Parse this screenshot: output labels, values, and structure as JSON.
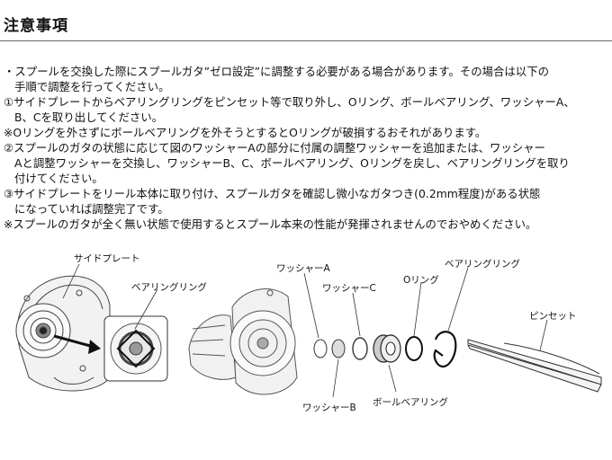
{
  "title": "注意事項",
  "instructions": [
    "・スプールを交換した際にスプールガタ”ゼロ設定”に調整する必要がある場合があります。その場合は以下の",
    "手順で調整を行ってください。",
    "①サイドプレートからベアリングリングをピンセット等で取り外し、Oリング、ボールベアリング、ワッシャーA、",
    "B、Cを取り出してください。",
    "※Oリングを外さずにボールベアリングを外そうとするとOリングが破損するおそれがあります。",
    "②スプールのガタの状態に応じて図のワッシャーAの部分に付属の調整ワッシャーを追加または、ワッシャー",
    "Aと調整ワッシャーを交換し、ワッシャーB、C、ボールベアリング、Oリングを戻し、ベアリングリングを取り",
    "付けてください。",
    "③サイドプレートをリール本体に取り付け、スプールガタを確認し微小なガタつき(0.2mm程度)がある状態",
    "になっていれば調整完了です。",
    "※スプールのガタが全く無い状態で使用するとスプール本来の性能が発揮されませんのでおやめください。"
  ],
  "diagram": {
    "labels": {
      "side_plate": "サイドプレート",
      "bearing_ring_detail": "ベアリングリング",
      "washer_a": "ワッシャーA",
      "washer_c": "ワッシャーC",
      "o_ring": "Oリング",
      "bearing_ring": "ベアリングリング",
      "tweezers": "ピンセット",
      "washer_b": "ワッシャーB",
      "ball_bearing": "ボールベアリング"
    }
  }
}
